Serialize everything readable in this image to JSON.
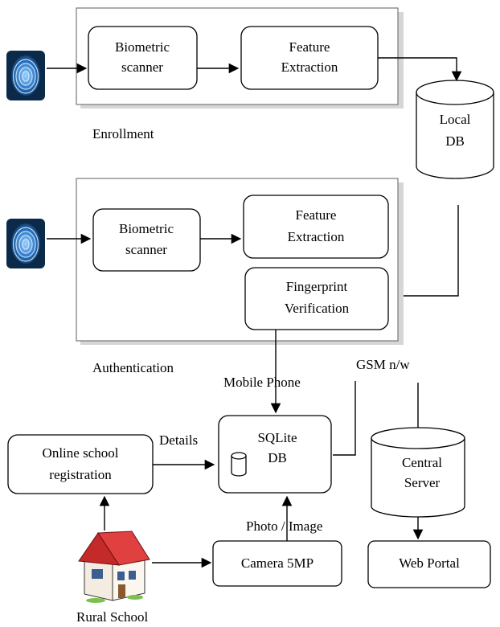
{
  "enrollment": {
    "section_label": "Enrollment",
    "scanner": [
      "Biometric",
      "scanner"
    ],
    "extraction": [
      "Feature",
      "Extraction"
    ]
  },
  "local_db": [
    "Local",
    "DB"
  ],
  "authentication": {
    "section_label": "Authentication",
    "scanner": [
      "Biometric",
      "scanner"
    ],
    "extraction": [
      "Feature",
      "Extraction"
    ],
    "verification": [
      "Fingerprint",
      "Verification"
    ]
  },
  "mobile_phone_label": "Mobile Phone",
  "gsm_label": "GSM n/w",
  "details_label": "Details",
  "photo_label": "Photo / Image",
  "sqlite_db": [
    "SQLite",
    "DB"
  ],
  "online_registration": [
    "Online school",
    "registration"
  ],
  "central_server": [
    "Central",
    "Server"
  ],
  "camera": "Camera 5MP",
  "web_portal": "Web Portal",
  "rural_school": "Rural School"
}
